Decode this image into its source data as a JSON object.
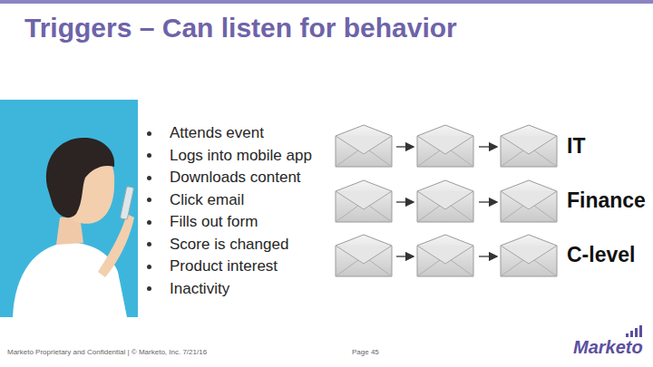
{
  "diagram": {
    "title": "Triggers – Can listen for behavior",
    "labels": [
      "Attends event",
      "Logs into mobile app",
      "Downloads content",
      "Click email",
      "Fills out form",
      "Score is changed",
      "Product interest",
      "Inactivity",
      "IT",
      "Finance",
      "C-level",
      "Marketo Proprietary and Confidential | © Marketo, Inc. 7/21/16",
      "Page 45",
      "Marketo"
    ]
  }
}
